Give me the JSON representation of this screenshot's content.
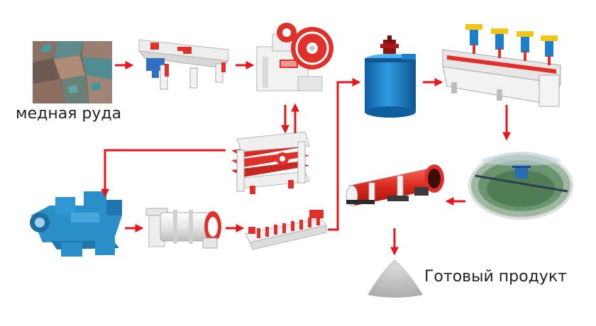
{
  "labels": {
    "ore": "медная руда",
    "product": "Готовый продукт"
  },
  "colors": {
    "arrow": "#e8151b",
    "machine_red": "#e0302a",
    "machine_white": "#f2f2f2",
    "tank_blue": "#1d7ec9",
    "crusher_blue": "#2a8fc9",
    "flotation_yellow": "#f3c51a",
    "thickener_green": "#5f8f4a",
    "product_gray": "#c4c4c4"
  },
  "icons": [
    "copper-ore-rocks",
    "vibrating-feeder",
    "jaw-crusher",
    "vibrating-screen",
    "cone-crusher",
    "ball-mill",
    "spiral-classifier",
    "agitation-tank",
    "flotation-machine",
    "thickener",
    "rotary-dryer",
    "product-pile"
  ]
}
